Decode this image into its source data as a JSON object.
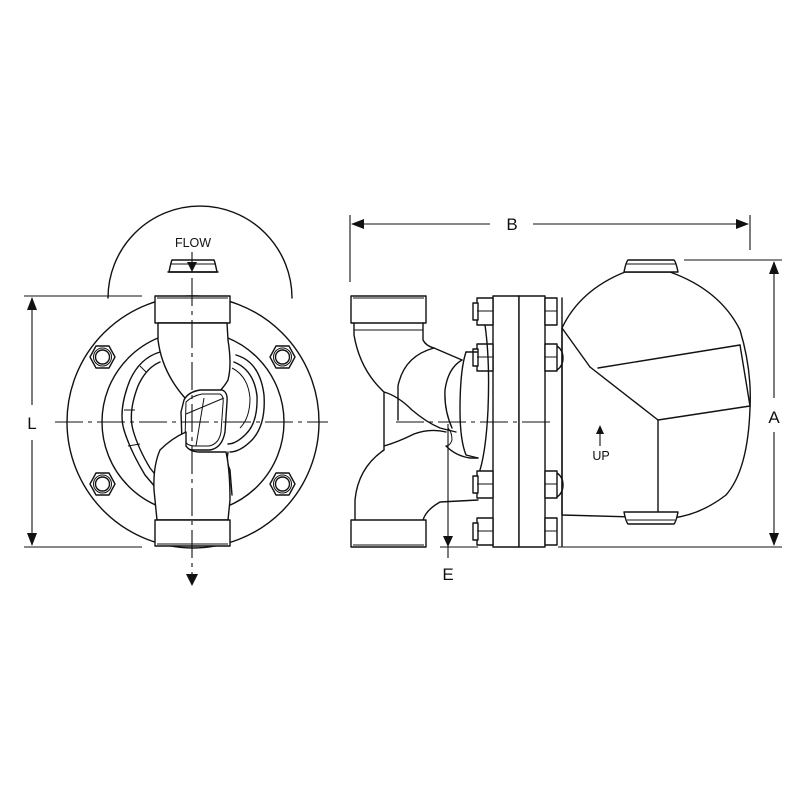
{
  "figure": {
    "type": "technical-drawing",
    "subject": "float and thermostatic steam trap, dimensional outline",
    "views": [
      {
        "id": "front",
        "name": "Inlet/outlet end view"
      },
      {
        "id": "side",
        "name": "Side elevation"
      }
    ]
  },
  "labels": {
    "flow": "FLOW",
    "up": "UP"
  },
  "dimensions": {
    "L": "L",
    "B": "B",
    "A": "A",
    "E": "E"
  },
  "colors": {
    "line": "#111111",
    "background": "#ffffff"
  }
}
